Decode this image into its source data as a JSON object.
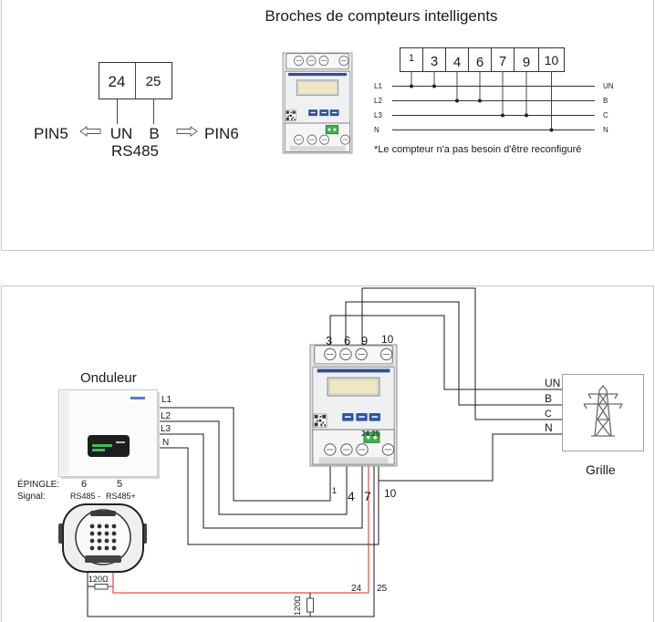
{
  "top_panel": {
    "title": "Broches de compteurs intelligents",
    "pin_box": {
      "left": "24",
      "right": "25"
    },
    "pin_labels": {
      "pin5": "PIN5",
      "un": "UN",
      "b": "B",
      "pin6": "PIN6",
      "bus": "RS485"
    },
    "terminals": [
      "1",
      "3",
      "4",
      "6",
      "7",
      "9",
      "10"
    ],
    "lines_left": [
      "L1",
      "L2",
      "L3",
      "N"
    ],
    "lines_right": [
      "UN",
      "B",
      "C",
      "N"
    ],
    "note": "*Le compteur n'a pas besoin d'être reconfiguré"
  },
  "bottom_panel": {
    "inverter_title": "Onduleur",
    "inverter_lines": [
      "L1",
      "L2",
      "L3",
      "N"
    ],
    "pin_row": {
      "label": "ÉPINGLE:",
      "pin_a": "6",
      "pin_b": "5"
    },
    "signal_row": {
      "label": "Signal:",
      "signal_a": "RS485 -",
      "signal_b": "RS485+"
    },
    "resistor_connector": "120Ω",
    "resistor_bus": "120Ω",
    "meter_top_terminals": [
      "3",
      "6",
      "9",
      "10"
    ],
    "meter_rs485_terminals": "24 25",
    "meter_bottom_terminals": [
      "1",
      "4",
      "7",
      "10"
    ],
    "wire_labels": {
      "a": "24",
      "b": "25"
    },
    "grid_lines": [
      "UN",
      "B",
      "C",
      "N"
    ],
    "grid_title": "Grille"
  },
  "icons": {
    "arrow_left": "outline-arrow-left",
    "arrow_right": "outline-arrow-right",
    "meter": "smart-meter",
    "inverter": "solar-inverter",
    "connector": "rs485-round-connector",
    "grid": "transmission-tower"
  },
  "colors": {
    "wire": "#1a1a1a",
    "rs485_wire": "#d9262c",
    "panel_border": "#c8c8c8",
    "meter_stripe": "#2f4f95",
    "meter_button": "#2f55a4",
    "meter_terminal_green": "#39b54a",
    "inverter_display": "#1e1e1e",
    "inverter_display_green": "#3fbf5a"
  }
}
